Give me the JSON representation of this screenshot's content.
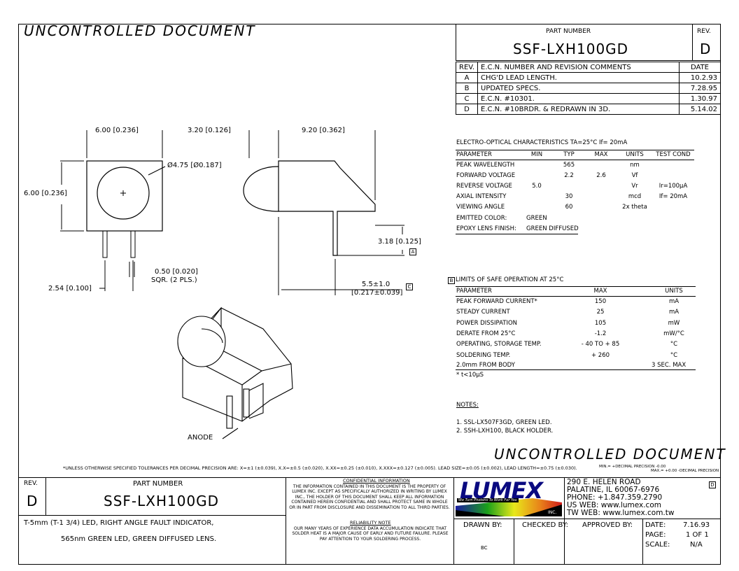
{
  "watermark": "UNCONTROLLED DOCUMENT",
  "header": {
    "part_number_label": "PART NUMBER",
    "part_number": "SSF-LXH100GD",
    "rev_label": "REV.",
    "rev": "D"
  },
  "revisions": {
    "columns": [
      "REV.",
      "E.C.N. NUMBER AND REVISION COMMENTS",
      "DATE"
    ],
    "rows": [
      [
        "A",
        "CHG'D LEAD LENGTH.",
        "10.2.93"
      ],
      [
        "B",
        "UPDATED SPECS.",
        "7.28.95"
      ],
      [
        "C",
        "E.C.N. #10301.",
        "1.30.97"
      ],
      [
        "D",
        "E.C.N. #10BRDR. & REDRAWN IN 3D.",
        "5.14.02"
      ]
    ]
  },
  "electro_optical": {
    "title": "ELECTRO-OPTICAL CHARACTERISTICS TA=25°C   If= 20mA",
    "columns": [
      "PARAMETER",
      "MIN",
      "TYP",
      "MAX",
      "UNITS",
      "TEST COND"
    ],
    "rows": [
      [
        "PEAK WAVELENGTH",
        "",
        "565",
        "",
        "nm",
        ""
      ],
      [
        "FORWARD VOLTAGE",
        "",
        "2.2",
        "2.6",
        "Vf",
        ""
      ],
      [
        "REVERSE VOLTAGE",
        "5.0",
        "",
        "",
        "Vr",
        "Ir=100µA"
      ],
      [
        "AXIAL INTENSITY",
        "",
        "30",
        "",
        "mcd",
        "If= 20mA"
      ],
      [
        "VIEWING ANGLE",
        "",
        "60",
        "",
        "2x theta",
        ""
      ]
    ],
    "emitted_color_label": "EMITTED COLOR:",
    "emitted_color": "GREEN",
    "epoxy_label": "EPOXY LENS FINISH:",
    "epoxy": "GREEN DIFFUSED"
  },
  "safe_limits": {
    "marker": "B",
    "title": "LIMITS OF SAFE OPERATION AT 25°C",
    "columns": [
      "PARAMETER",
      "MAX",
      "UNITS"
    ],
    "rows": [
      [
        "PEAK FORWARD CURRENT*",
        "150",
        "mA"
      ],
      [
        "STEADY CURRENT",
        "25",
        "mA"
      ],
      [
        "POWER DISSIPATION",
        "105",
        "mW"
      ],
      [
        "DERATE FROM 25°C",
        "-1.2",
        "mW/°C"
      ],
      [
        "OPERATING, STORAGE TEMP.",
        "- 40 TO + 85",
        "°C"
      ],
      [
        "SOLDERING TEMP.",
        "+ 260",
        "°C"
      ]
    ],
    "body_row": "2.0mm FROM BODY",
    "body_row_value": "3 SEC. MAX",
    "footnote": "* t<10µS"
  },
  "notes": {
    "title": "NOTES:",
    "items": [
      "1. SSL-LX507F3GD, GREEN LED.",
      "2. SSH-LXH100, BLACK HOLDER."
    ]
  },
  "dimensions": {
    "front_width": "6.00 [0.236]",
    "front_height": "6.00 [0.236]",
    "lens_dia": "Ø4.75 [Ø0.187]",
    "lead_sq": "0.50 [0.020]",
    "lead_sq2": "SQR. (2 PLS.)",
    "lead_spacing": "2.54 [0.100]",
    "side_lens": "3.20 [0.126]",
    "side_body": "9.20 [0.362]",
    "lead_offset": "3.18 [0.125]",
    "lead_offset_marker": "A",
    "lead_len": "5.5±1.0",
    "lead_len2": "[0.217±0.039]",
    "lead_len_marker": "C",
    "anode": "ANODE"
  },
  "tolerances": "*UNLESS OTHERWISE SPECIFIED TOLERANCES PER DECIMAL PRECISION ARE: X=±1 (±0.039), X.X=±0.5 (±0.020), X.XX=±0.25 (±0.010), X.XXX=±0.127 (±0.005).  LEAD SIZE=±0.05 (±0.002), LEAD LENGTH=±0.75 (±0.030).",
  "tol_min": "MIN.= +DECIMAL PRECISION -0.00",
  "tol_max": "MAX.= +0.00 -DECIMAL PRECISION",
  "title_block": {
    "rev_label": "REV.",
    "rev": "D",
    "part_number_label": "PART NUMBER",
    "part_number": "SSF-LXH100GD",
    "description_1": "T-5mm (T-1 3/4) LED, RIGHT ANGLE FAULT INDICATOR,",
    "description_2": "565nm GREEN LED, GREEN DIFFUSED LENS.",
    "confidential_title": "CONFIDENTIAL INFORMATION",
    "confidential_text": "THE INFORMATION CONTAINED IN THIS DOCUMENT IS THE PROPERTY OF LUMEX INC. EXCEPT AS SPECIFICALLY AUTHORIZED IN WRITING BY LUMEX INC., THE HOLDER OF THIS DOCUMENT SHALL KEEP ALL INFORMATION CONTAINED HEREIN CONFIDENTIAL AND SHALL PROTECT SAME IN WHOLE OR IN PART FROM DISCLOSURE AND DISSEMINATION TO ALL THIRD PARTIES.",
    "reliability_title": "RELIABILITY NOTE",
    "reliability_text": "OUR MANY YEARS OF EXPERIENCE DATA ACCUMULATION INDICATE THAT SOLDER HEAT IS A MAJOR CAUSE OF EARLY AND FUTURE FAILURE. PLEASE PAY ATTENTION TO YOUR SOLDERING PROCESS.",
    "logo": "LUMEX",
    "logo_tagline": "We Turn Photons To Work For You",
    "logo_inc": "INC.",
    "address_1": "290 E. HELEN ROAD",
    "address_2": "PALATINE, IL  60067-6976",
    "phone": "PHONE: +1.847.359.2790",
    "us_web": "US WEB: www.lumex.com",
    "tw_web": "TW WEB: www.lumex.com.tw",
    "address_marker": "D",
    "drawn_by_label": "DRAWN BY:",
    "drawn_by": "BC",
    "checked_by_label": "CHECKED BY:",
    "approved_by_label": "APPROVED BY:",
    "date_label": "DATE:",
    "date": "7.16.93",
    "page_label": "PAGE:",
    "page": "1 OF 1",
    "scale_label": "SCALE:",
    "scale": "N/A"
  }
}
